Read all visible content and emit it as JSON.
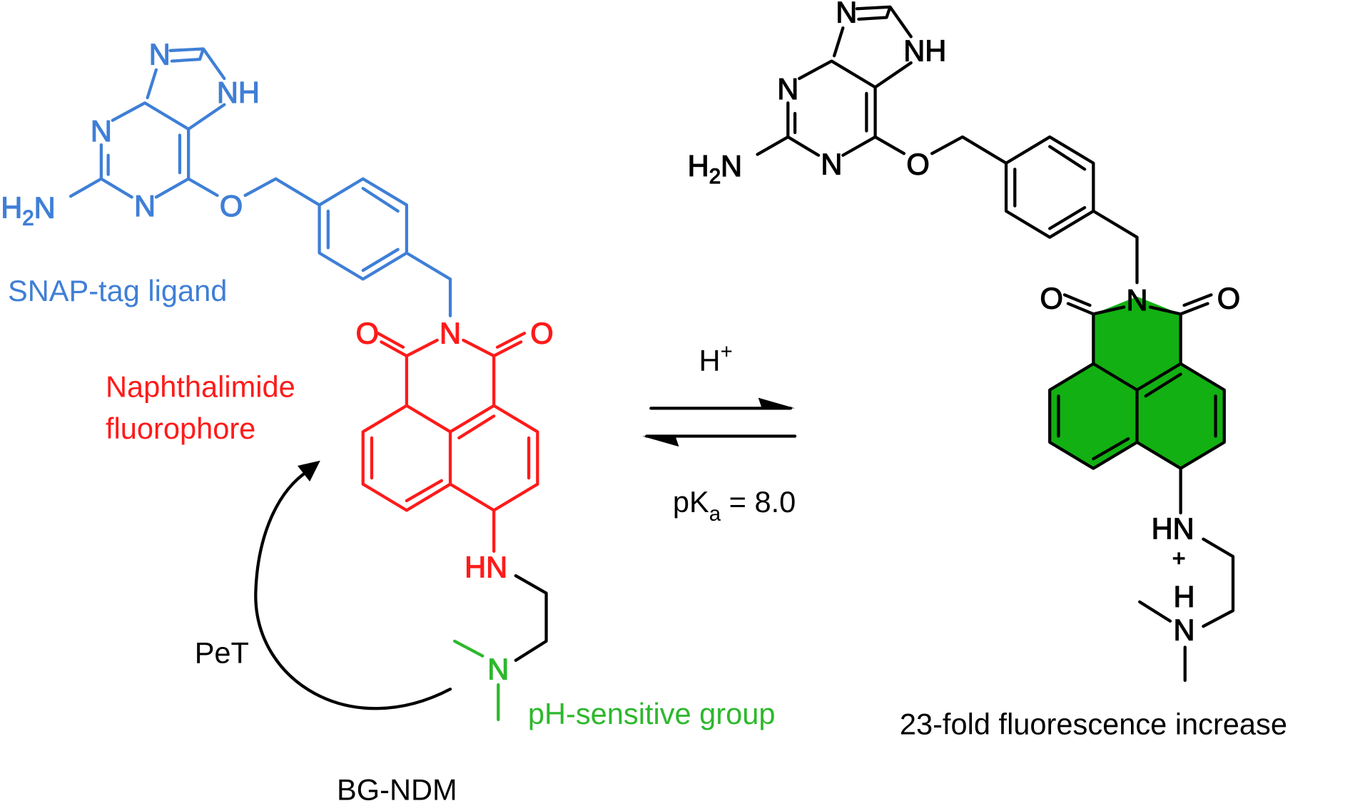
{
  "colors": {
    "snap": "#3f7fd6",
    "fluorophore": "#ff1a1a",
    "ph_group": "#2db82d",
    "fill": "#12b012",
    "ink": "#000000"
  },
  "labels": {
    "snap_tag": "SNAP-tag ligand",
    "naphthalimide_line1": "Naphthalimide",
    "naphthalimide_line2": "fluorophore",
    "ph_group": "pH-sensitive group",
    "pet": "PeT",
    "compound": "BG-NDM",
    "increase": "23-fold fluorescence increase",
    "proton": "H",
    "proton_charge": "+",
    "pka_p": "pK",
    "pka_sub": "a",
    "pka_value": " = 8.0"
  },
  "atoms": {
    "N": "N",
    "NH": "NH",
    "H2N_H": "H",
    "H2N_2": "2",
    "H2N_N": "N",
    "O": "O",
    "HN": "HN",
    "H": "H",
    "plus": "+"
  }
}
